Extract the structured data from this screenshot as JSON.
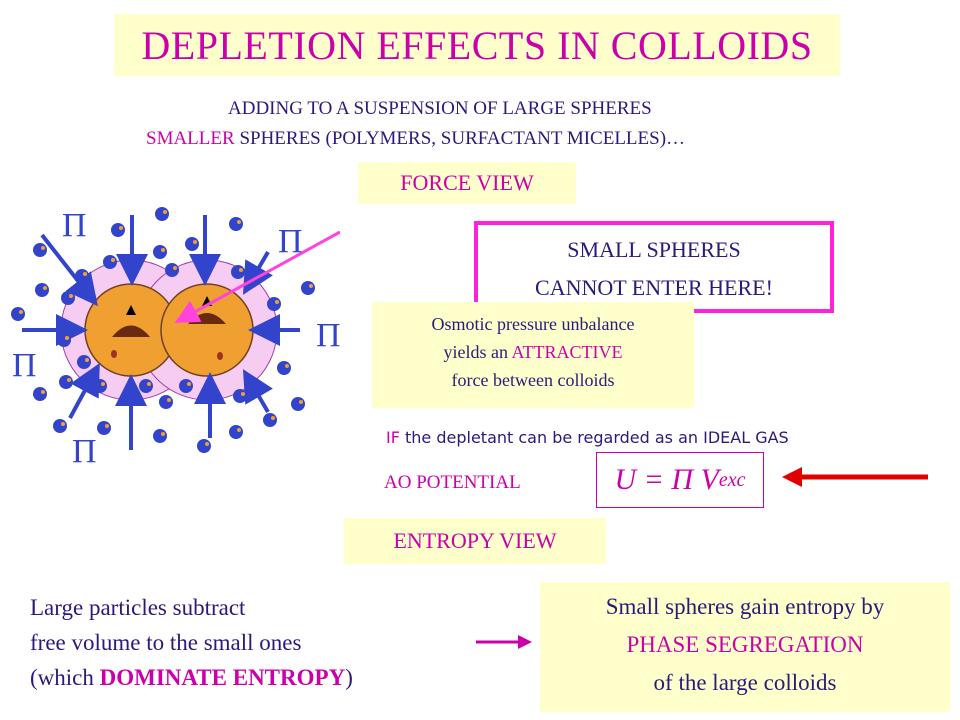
{
  "title": "DEPLETION EFFECTS IN COLLOIDS",
  "intro": {
    "line1": "ADDING TO A SUSPENSION OF LARGE SPHERES",
    "line2_highlight": "SMALLER",
    "line2_rest": " SPHERES (POLYMERS, SURFACTANT MICELLES)…"
  },
  "force_view": "FORCE VIEW",
  "small_spheres_box": {
    "line1": "SMALL SPHERES",
    "line2": "CANNOT ENTER HERE!"
  },
  "osmotic": {
    "line1": "Osmotic pressure unbalance",
    "line2_pre": "yields an ",
    "line2_highlight": "ATTRACTIVE",
    "line3": "force between colloids"
  },
  "ideal_gas": {
    "keyword": "IF",
    "text": " the depletant can be regarded as an IDEAL GAS"
  },
  "ao_potential": "AO POTENTIAL",
  "formula": {
    "lhs": "U = Π V",
    "sub": "exc"
  },
  "entropy_view": "ENTROPY VIEW",
  "large_particles": {
    "line1": "Large particles subtract",
    "line2": "free volume to the small ones",
    "line3_pre": "(which ",
    "line3_bold": "DOMINATE ENTROPY",
    "line3_post": ")"
  },
  "gain_box": {
    "line1": "Small spheres gain entropy by",
    "line2": "PHASE SEGREGATION",
    "line3": "of the large colloids"
  },
  "pi_symbol": "Π",
  "colors": {
    "title_bg": "#ffffcc",
    "accent": "#cc00aa",
    "arrow": "#3344cc",
    "red_arrow": "#e00000"
  }
}
